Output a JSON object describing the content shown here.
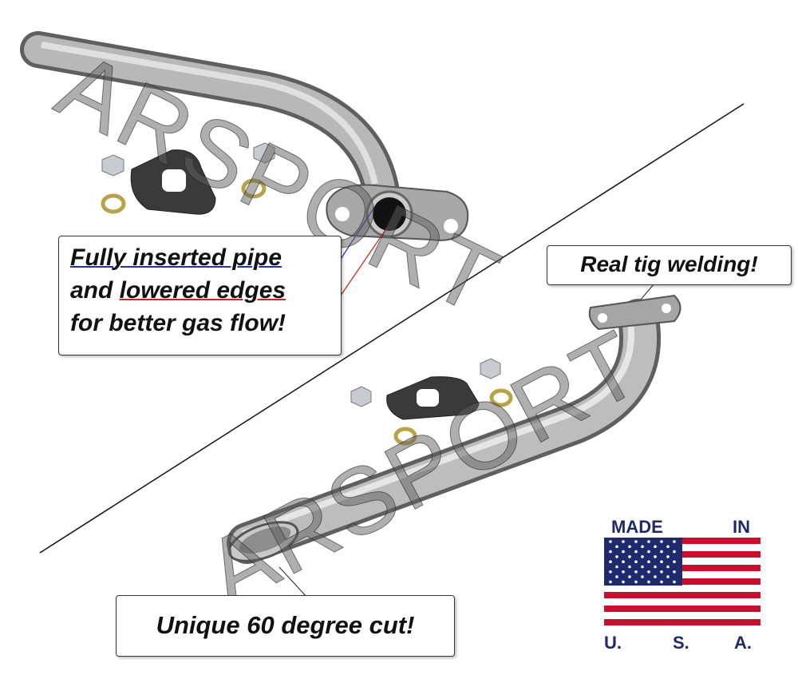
{
  "watermark": "ARSPORT",
  "callouts": {
    "top_left": {
      "line1": "Fully inserted pipe",
      "line2_prefix": "and ",
      "line2_underlined": "lowered edges",
      "line3": "for better gas flow!"
    },
    "top_right": "Real tig welding!",
    "bottom": "Unique 60 degree cut!"
  },
  "badge": {
    "made": "MADE",
    "in": "IN",
    "u": "U.",
    "s": "S.",
    "a": "A.",
    "colors": {
      "blue": "#1f2a6e",
      "red": "#c8102e"
    }
  }
}
